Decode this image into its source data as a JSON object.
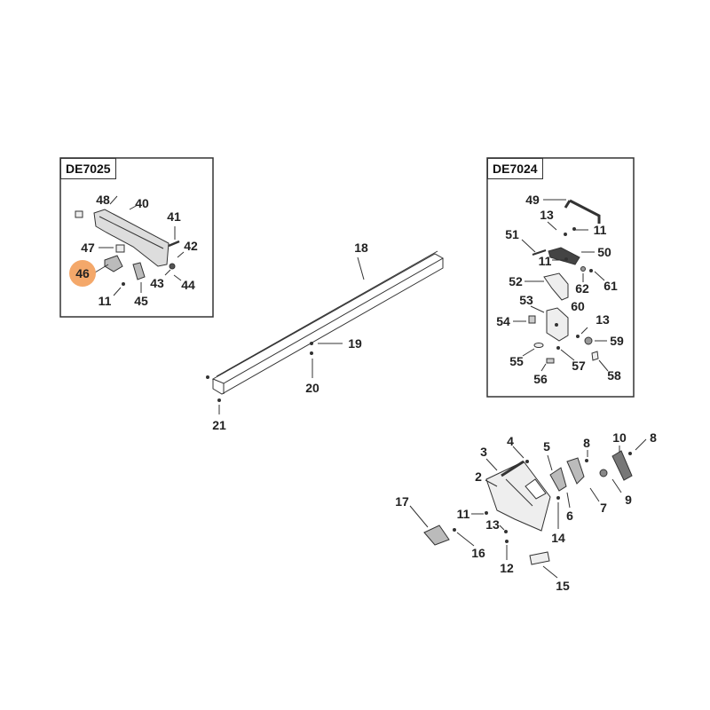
{
  "insets": {
    "left": {
      "title": "DE7025",
      "parts": [
        "48",
        "40",
        "41",
        "42",
        "47",
        "46",
        "43",
        "44",
        "11",
        "45"
      ],
      "highlighted": "46",
      "highlight_color": "#f4a86a"
    },
    "right": {
      "title": "DE7024",
      "parts": [
        "49",
        "13",
        "11",
        "51",
        "50",
        "11",
        "62",
        "61",
        "52",
        "53",
        "60",
        "54",
        "13",
        "59",
        "55",
        "57",
        "58",
        "56"
      ]
    }
  },
  "rail": {
    "parts": [
      "18",
      "19",
      "20",
      "21"
    ]
  },
  "bracket": {
    "parts": [
      "3",
      "4",
      "5",
      "8",
      "10",
      "8",
      "2",
      "7",
      "9",
      "6",
      "17",
      "11",
      "13",
      "14",
      "16",
      "12",
      "15"
    ]
  }
}
